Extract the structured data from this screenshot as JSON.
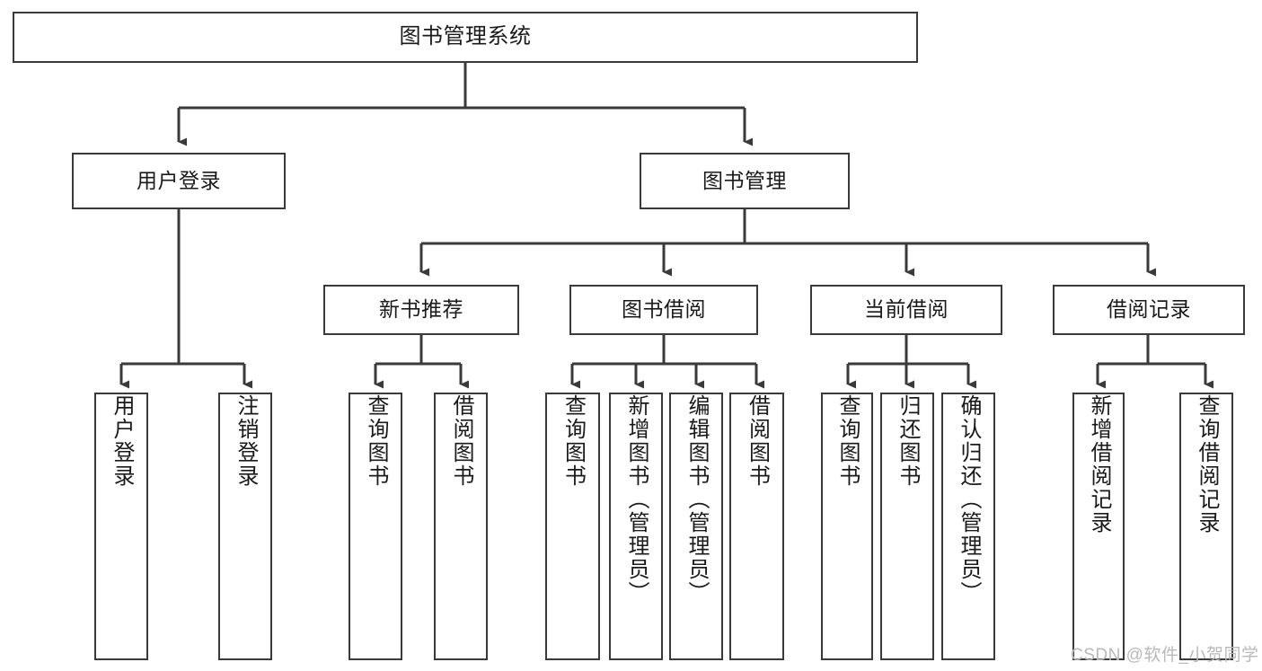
{
  "diagram": {
    "title": "图书管理系统",
    "type": "tree",
    "root": {
      "label": "图书管理系统"
    },
    "level1": [
      {
        "label": "用户登录"
      },
      {
        "label": "图书管理"
      }
    ],
    "level2": [
      {
        "label": "新书推荐"
      },
      {
        "label": "图书借阅"
      },
      {
        "label": "当前借阅"
      },
      {
        "label": "借阅记录"
      }
    ],
    "leaves": {
      "user_login": [
        {
          "label": "用户登录"
        },
        {
          "label": "注销登录"
        }
      ],
      "new_book_recommend": [
        {
          "label": "查询图书"
        },
        {
          "label": "借阅图书"
        }
      ],
      "book_borrow": [
        {
          "label": "查询图书"
        },
        {
          "label": "新增图书（管理员）"
        },
        {
          "label": "编辑图书（管理员）"
        },
        {
          "label": "借阅图书"
        }
      ],
      "current_borrow": [
        {
          "label": "查询图书"
        },
        {
          "label": "归还图书"
        },
        {
          "label": "确认归还（管理员）"
        }
      ],
      "borrow_record": [
        {
          "label": "新增借阅记录"
        },
        {
          "label": "查询借阅记录"
        }
      ]
    }
  },
  "watermark": {
    "text": "CSDN @软件_小贺同学"
  },
  "colors": {
    "stroke": "#3a3a3a",
    "text": "#1a1a1a",
    "background": "#ffffff",
    "watermark": "#b9b9b9"
  }
}
